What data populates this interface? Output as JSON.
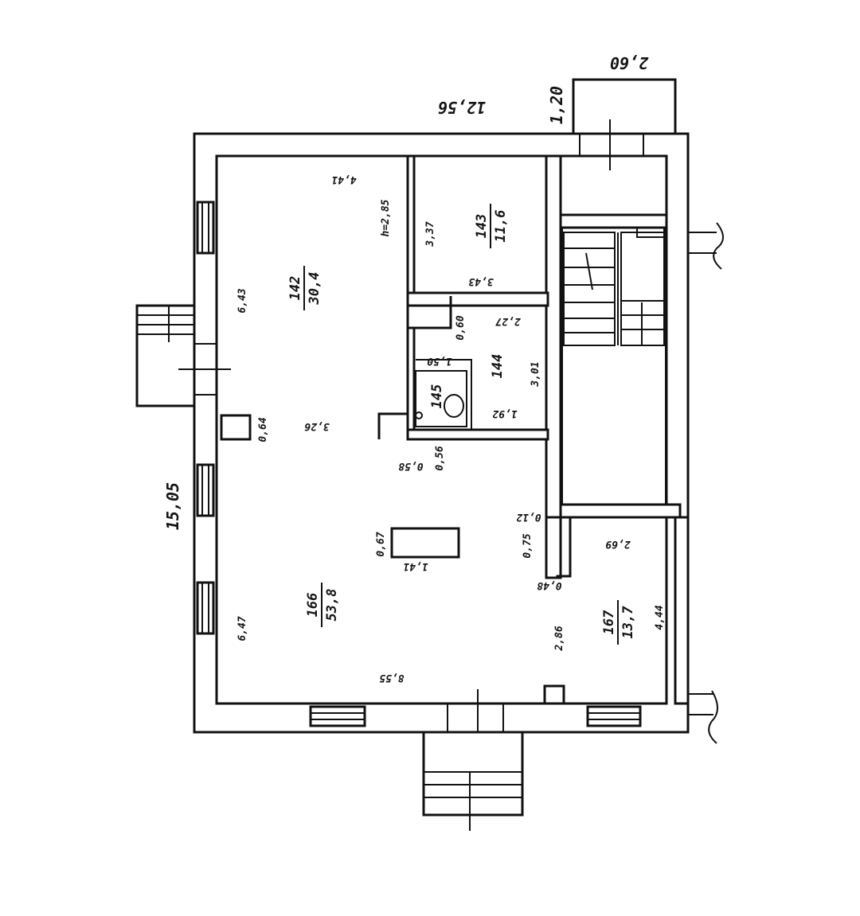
{
  "plan": {
    "overall": {
      "width": "12,56",
      "height": "15,05",
      "porch_width": "2,60",
      "porch_depth": "1,20"
    },
    "rooms": [
      {
        "number": "142",
        "area": "30,4"
      },
      {
        "number": "143",
        "area": "11,6"
      },
      {
        "number": "144",
        "area": ""
      },
      {
        "number": "145",
        "area": ""
      },
      {
        "number": "166",
        "area": "53,8"
      },
      {
        "number": "167",
        "area": "13,7"
      }
    ],
    "dimensions": [
      "4,41",
      "6,43",
      "h=2,85",
      "3,37",
      "3,43",
      "0,60",
      "2,27",
      "1,50",
      "3,01",
      "1,92",
      "3,26",
      "0,64",
      "0,58",
      "0,56",
      "0,67",
      "1,41",
      "0,12",
      "0,75",
      "0,48",
      "2,69",
      "4,44",
      "2,86",
      "6,47",
      "8,55"
    ]
  }
}
